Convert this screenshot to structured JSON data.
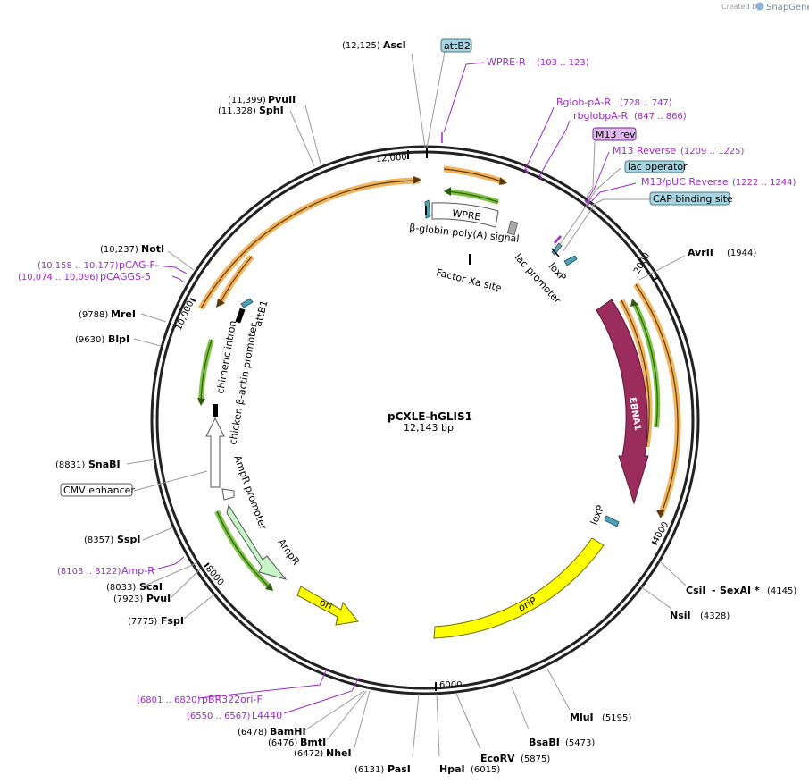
{
  "credit": {
    "prefix": "Created by",
    "brand": "SnapGene"
  },
  "plasmid": {
    "name": "pCXLE-hGLIS1",
    "length": "12,143 bp"
  },
  "ticks": {
    "t2000": "2000",
    "t4000": "4000",
    "t6000": "6000",
    "t8000": "8000",
    "t10000": "10,000",
    "t12000": "12,000"
  },
  "sites": {
    "ascI": {
      "name": "AscI",
      "pos": "(12,125)"
    },
    "pvuII": {
      "name": "PvuII",
      "pos": "(11,399)"
    },
    "sphI": {
      "name": "SphI",
      "pos": "(11,328)"
    },
    "notI": {
      "name": "NotI",
      "pos": "(10,237)"
    },
    "mreI": {
      "name": "MreI",
      "pos": "(9788)"
    },
    "blpI": {
      "name": "BlpI",
      "pos": "(9630)"
    },
    "snaBI": {
      "name": "SnaBI",
      "pos": "(8831)"
    },
    "sspI": {
      "name": "SspI",
      "pos": "(8357)"
    },
    "scaI": {
      "name": "ScaI",
      "pos": "(8033)"
    },
    "pvuI": {
      "name": "PvuI",
      "pos": "(7923)"
    },
    "fspI": {
      "name": "FspI",
      "pos": "(7775)"
    },
    "bamHI": {
      "name": "BamHI",
      "pos": "(6478)"
    },
    "bmtI": {
      "name": "BmtI",
      "pos": "(6476)"
    },
    "nheI": {
      "name": "NheI",
      "pos": "(6472)"
    },
    "pasI": {
      "name": "PasI",
      "pos": "(6131)"
    },
    "hpaI": {
      "name": "HpaI",
      "pos": "(6015)"
    },
    "ecoRV": {
      "name": "EcoRV",
      "pos": "(5875)"
    },
    "bsaBI": {
      "name": "BsaBI",
      "pos": "(5473)"
    },
    "mluI": {
      "name": "MluI",
      "pos": "(5195)"
    },
    "nsiI": {
      "name": "NsiI",
      "pos": "(4328)"
    },
    "csiI": {
      "name": "CsiI",
      "sep": "-",
      "name2": "SexAI *",
      "pos": "(4145)"
    },
    "avrII": {
      "name": "AvrII",
      "pos": "(1944)"
    }
  },
  "primers": {
    "wpreR": {
      "name": "WPRE-R",
      "pos": "(103 .. 123)"
    },
    "bglob": {
      "name": "Bglob-pA-R",
      "pos": "(728 .. 747)"
    },
    "rbglob": {
      "name": "rbglobpA-R",
      "pos": "(847 .. 866)"
    },
    "m13rev": {
      "name": "M13 rev"
    },
    "m13reverse": {
      "name": "M13 Reverse",
      "pos": "(1209 .. 1225)"
    },
    "m13puc": {
      "name": "M13/pUC Reverse",
      "pos": "(1222 .. 1244)"
    },
    "pcagf": {
      "name": "pCAG-F",
      "pos": "(10,158 .. 10,177)"
    },
    "pcaggs5": {
      "name": "pCAGGS-5",
      "pos": "(10,074 .. 10,096)"
    },
    "ampR": {
      "name": "Amp-R",
      "pos": "(8103 .. 8122)"
    },
    "pbr322": {
      "name": "pBR322ori-F",
      "pos": "(6801 .. 6820)"
    },
    "l4440": {
      "name": "L4440",
      "pos": "(6550 .. 6567)"
    }
  },
  "boxes": {
    "attB2": "attB2",
    "lacOperator": "lac operator",
    "capSite": "CAP binding site",
    "cmv": "CMV enhancer"
  },
  "features": {
    "wpre": "WPRE",
    "bglobin": "β-globin poly(A) signal",
    "factorXa": "Factor Xa site",
    "lacPromoter": "lac promoter",
    "loxP1": "loxP",
    "loxP2": "loxP",
    "ebna1": "EBNA1",
    "oriP": "oriP",
    "ori": "ori",
    "ampR": "AmpR",
    "ampRPromoter": "AmpR promoter",
    "chickenActin": "chicken β-actin promoter",
    "chimericIntron": "chimeric intron",
    "attB1": "attB1"
  },
  "colors": {
    "primer": "#9d2ac9",
    "ebna1": "#9b2c5e",
    "yellow": "#ffff00",
    "orange": "#f2b35a",
    "green": "#7ec242",
    "teal": "#4aa3b8"
  }
}
